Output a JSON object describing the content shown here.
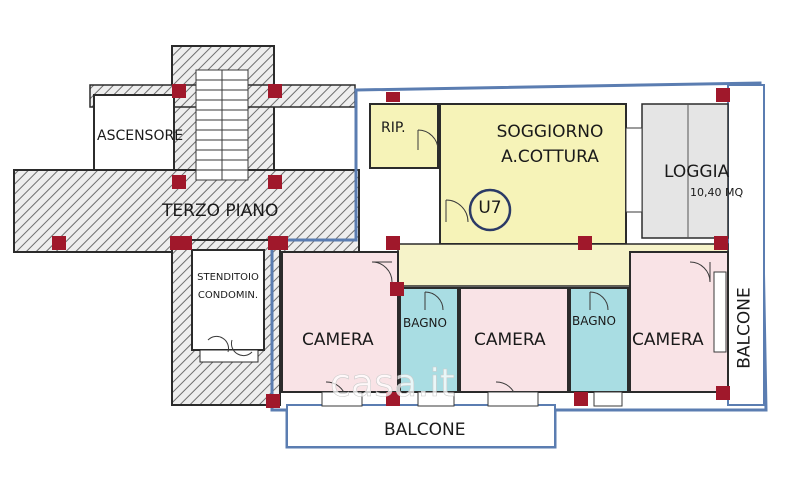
{
  "rooms": {
    "ascensore": "ASCENSORE",
    "terzo_piano": "TERZO PIANO",
    "stenditoio_1": "STENDITOIO",
    "stenditoio_2": "CONDOMIN.",
    "rip": "RIP.",
    "soggiorno_1": "SOGGIORNO",
    "soggiorno_2": "A.COTTURA",
    "unit": "U7",
    "loggia": "LOGGIA",
    "loggia_area": "10,40 MQ",
    "camera_1": "CAMERA",
    "bagno_1": "BAGNO",
    "camera_2": "CAMERA",
    "bagno_2": "BAGNO",
    "camera_3": "CAMERA",
    "balcone_bottom": "BALCONE",
    "balcone_right": "BALCONE"
  },
  "watermark": "casa.it",
  "colors": {
    "frame_blue": "#5b7db1",
    "wall": "#2b2b2b",
    "pillar": "#a0182b",
    "soggiorno": "#f6f3b8",
    "corridor": "#f6f3c9",
    "rip": "#f6f3b8",
    "camera": "#f9e3e6",
    "bagno": "#a9dde3",
    "loggia": "#e5e5e5",
    "hatch": "#777777"
  }
}
